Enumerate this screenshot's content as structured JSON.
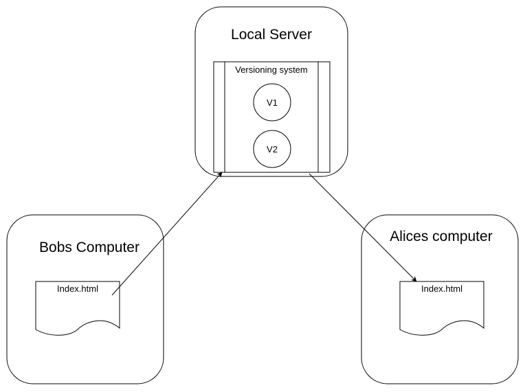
{
  "diagram": {
    "nodes": {
      "local_server": {
        "title": "Local Server",
        "versioning": {
          "label": "Versioning system",
          "versions": [
            "V1",
            "V2"
          ]
        }
      },
      "bobs_computer": {
        "title": "Bobs Computer",
        "file": "Index.html"
      },
      "alices_computer": {
        "title": "Alices computer",
        "file": "Index.html"
      }
    },
    "edges": [
      {
        "from": "bobs_computer.file",
        "to": "local_server.versioning"
      },
      {
        "from": "local_server.versioning",
        "to": "alices_computer.file"
      }
    ],
    "colors": {
      "stroke": "#000000",
      "fill": "#ffffff",
      "text": "#000000"
    }
  }
}
